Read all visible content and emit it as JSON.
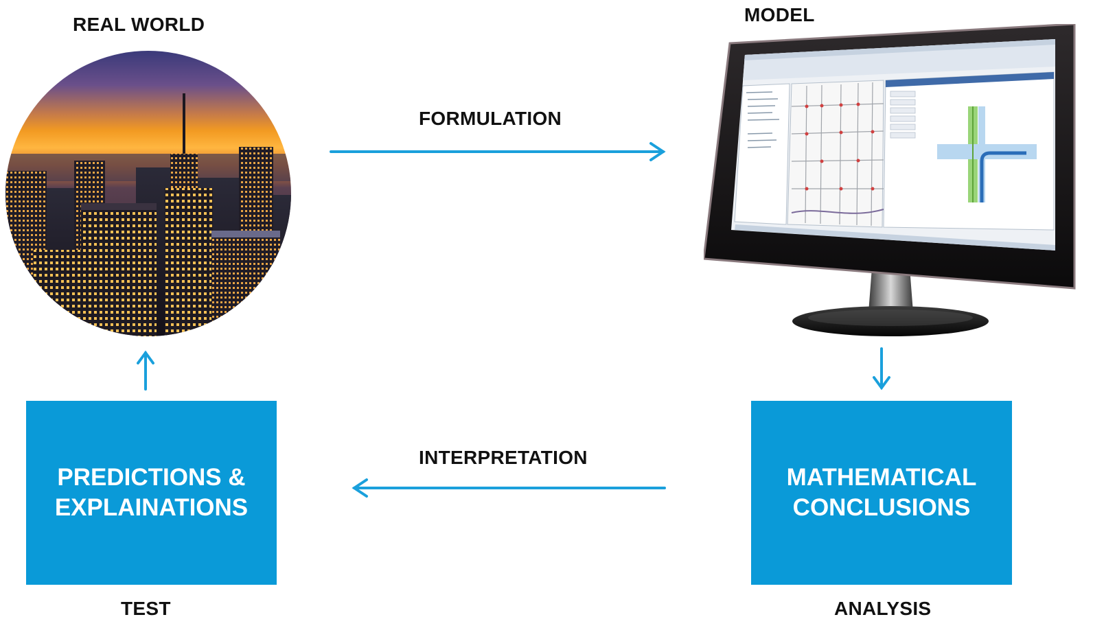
{
  "nodes": {
    "real_world": "REAL WORLD",
    "model": "MODEL",
    "predictions_line1": "PREDICTIONS &",
    "predictions_line2": "EXPLAINATIONS",
    "conclusions_line1": "MATHEMATICAL",
    "conclusions_line2": "CONCLUSIONS"
  },
  "edges": {
    "formulation": "FORMULATION",
    "interpretation": "INTERPRETATION"
  },
  "captions": {
    "test": "TEST",
    "analysis": "ANALYSIS"
  },
  "colors": {
    "accent": "#0a9ad8",
    "arrow": "#1aa0dc"
  },
  "icons": {
    "real_world_image": "city-skyline-at-sunset",
    "model_image": "computer-monitor-with-traffic-software"
  }
}
